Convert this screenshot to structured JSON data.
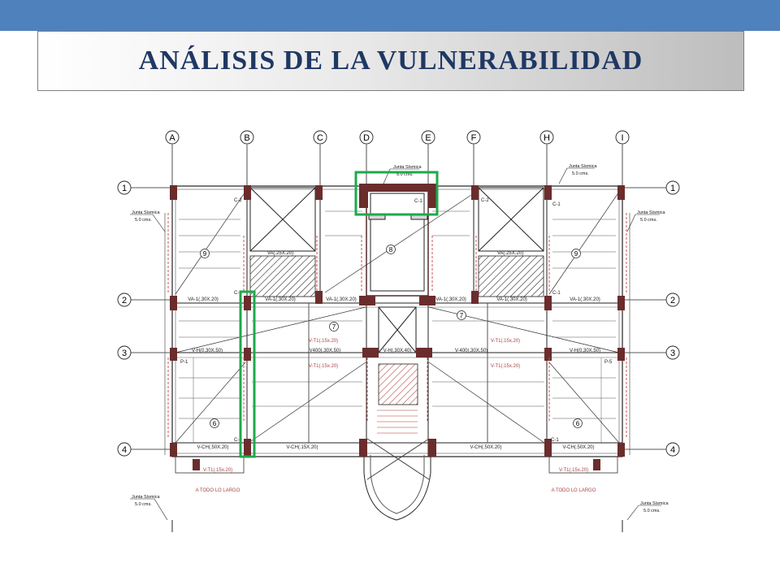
{
  "slide": {
    "title": "ANÁLISIS DE LA VULNERABILIDAD",
    "accent_color": "#4f81bd",
    "title_color": "#1f3864",
    "highlight_color": "#1daa4b"
  },
  "plan": {
    "axes_letters": [
      "A",
      "B",
      "C",
      "D",
      "E",
      "F",
      "H",
      "I"
    ],
    "axes_numbers": [
      "1",
      "2",
      "3",
      "4"
    ],
    "joint_labels": {
      "left_upper": [
        "Junta Sísmica",
        "5.0 cms."
      ],
      "top_center": [
        "Junta Sísmica",
        "5.0 cms."
      ],
      "top_right": [
        "Junta Sísmica",
        "5.0 cms."
      ],
      "right_upper": [
        "Junta Sísmica",
        "5.0 cms."
      ],
      "left_lower": [
        "Junta Sísmica",
        "5.0 cms."
      ],
      "right_lower": [
        "Junta Sísmica",
        "5.0 cms."
      ]
    },
    "beam_labels": {
      "va1_left": "VA-1(.30X.20)",
      "va1_b": "VA-1(.30X.20)",
      "va1_c": "VA-1(.30X.20)",
      "va1_e": "VA-1(.30X.20)",
      "va1_f": "VA-1(.30X.20)",
      "va1_right": "VA-1(.30X.20)",
      "va_left": "VA(.25X.20)",
      "va_right": "VA(.25X.20)",
      "vh_left": "V-H(0.30X.50)",
      "v400_left": "V400(.30X.50)",
      "vh_center": "V-H(.30X.40)",
      "v400_right": "V-400(.30X.50)",
      "vh_right": "V-H(0.30X.50)",
      "vch_1": "V-CH(.50X.20)",
      "vch_2": "V-CH(.15X.20)",
      "vch_3": "V-CH(.50X.20)",
      "vch_4": "V-CH(.50X.20)",
      "vt_1": "V-T1(.15x.20)",
      "vt_2": "V-T1(.15x.20)",
      "vt_3": "V-T1(.15x.20)",
      "vt_4": "V-T1(.15x.20)",
      "bottom_left": "V-T1(.15x.20)",
      "bottom_right": "V-T1(.15x.20)",
      "bottom_note_left": "A TODO LO LARGO",
      "bottom_note_right": "A TODO LO LARGO"
    },
    "column_tags": [
      "C-2",
      "C-2",
      "C-1",
      "C-1",
      "C-1",
      "C-1",
      "P-1",
      "P-5",
      "C-1",
      "C-1"
    ],
    "panel_numbers": [
      "9",
      "9",
      "8",
      "7",
      "7",
      "6",
      "6"
    ]
  }
}
